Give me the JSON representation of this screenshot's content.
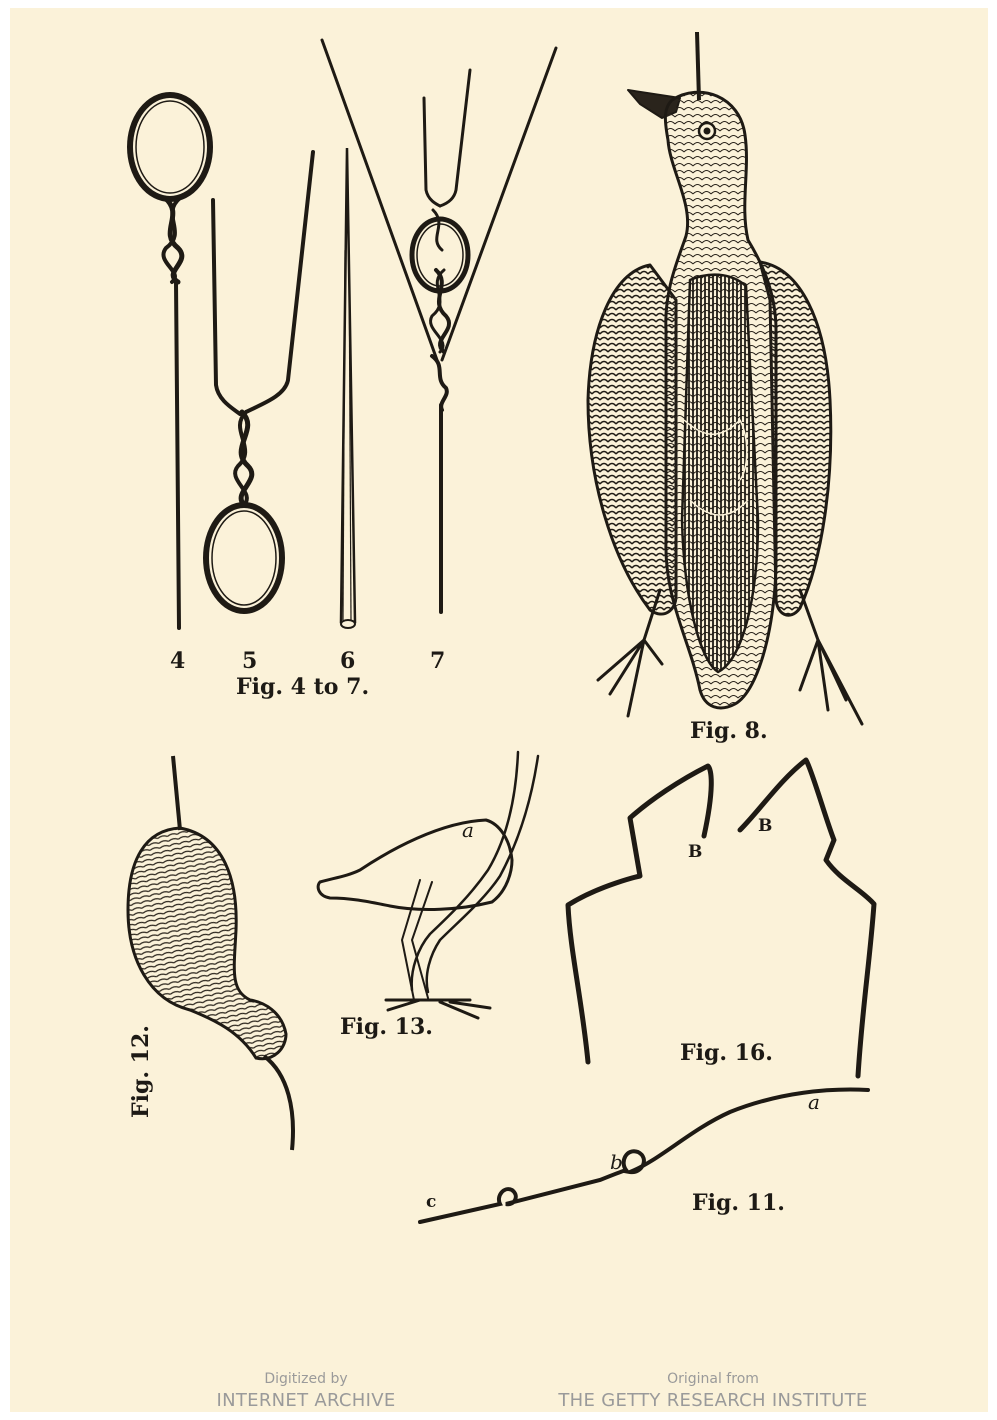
{
  "figures": {
    "fig4_7": {
      "numbers": [
        "4",
        "5",
        "6",
        "7"
      ],
      "caption": "Fig. 4 to 7."
    },
    "fig8": {
      "caption": "Fig. 8."
    },
    "fig12": {
      "caption": "Fig. 12."
    },
    "fig13": {
      "caption": "Fig. 13.",
      "label_a": "a"
    },
    "fig16": {
      "caption": "Fig. 16.",
      "label_b_left": "B",
      "label_b_right": "B"
    },
    "fig11": {
      "caption": "Fig. 11.",
      "label_a": "a",
      "label_b": "b",
      "label_c": "c"
    }
  },
  "footer": {
    "left_small": "Digitized by",
    "left_large": "INTERNET ARCHIVE",
    "right_small": "Original from",
    "right_large": "THE GETTY RESEARCH INSTITUTE"
  }
}
